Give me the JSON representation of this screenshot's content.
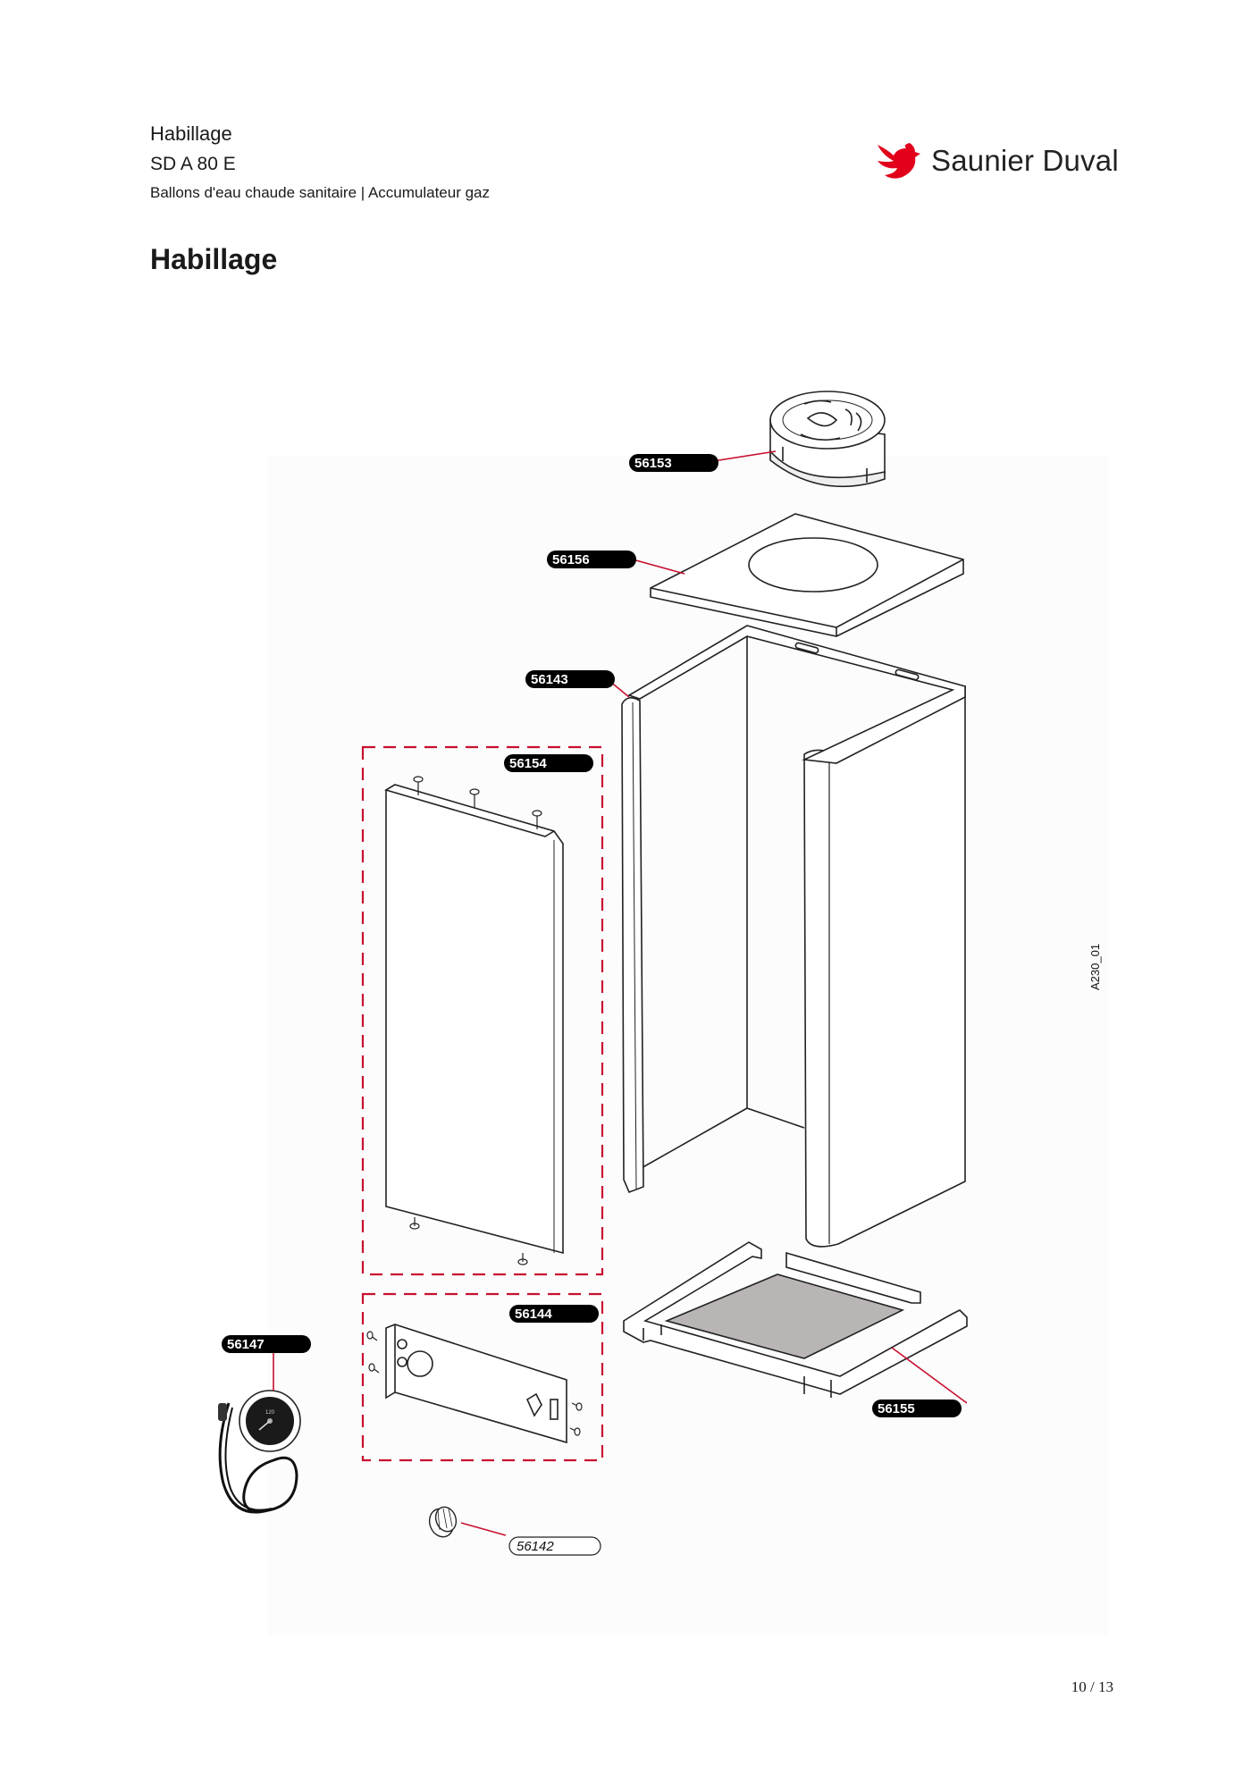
{
  "header": {
    "section": "Habillage",
    "model": "SD A 80 E",
    "category": "Ballons d'eau chaude sanitaire | Accumulateur gaz"
  },
  "brand": {
    "name": "Saunier Duval",
    "icon": "bird-logo-icon",
    "color": "#e2001a"
  },
  "page_title": "Habillage",
  "diagram": {
    "reference": "A230_01",
    "parts": {
      "top_cap": "56153",
      "top_plate": "56156",
      "casing": "56143",
      "front_panel_kit": "56154",
      "control_panel_kit": "56144",
      "thermometer": "56147",
      "base": "56155",
      "knob": "56142"
    },
    "colors": {
      "callout": "#000000",
      "leader": "#c8102e",
      "kit_border": "#c8102e",
      "base_insert": "#b9b5b5"
    }
  },
  "footer": {
    "page": "10 / 13"
  }
}
